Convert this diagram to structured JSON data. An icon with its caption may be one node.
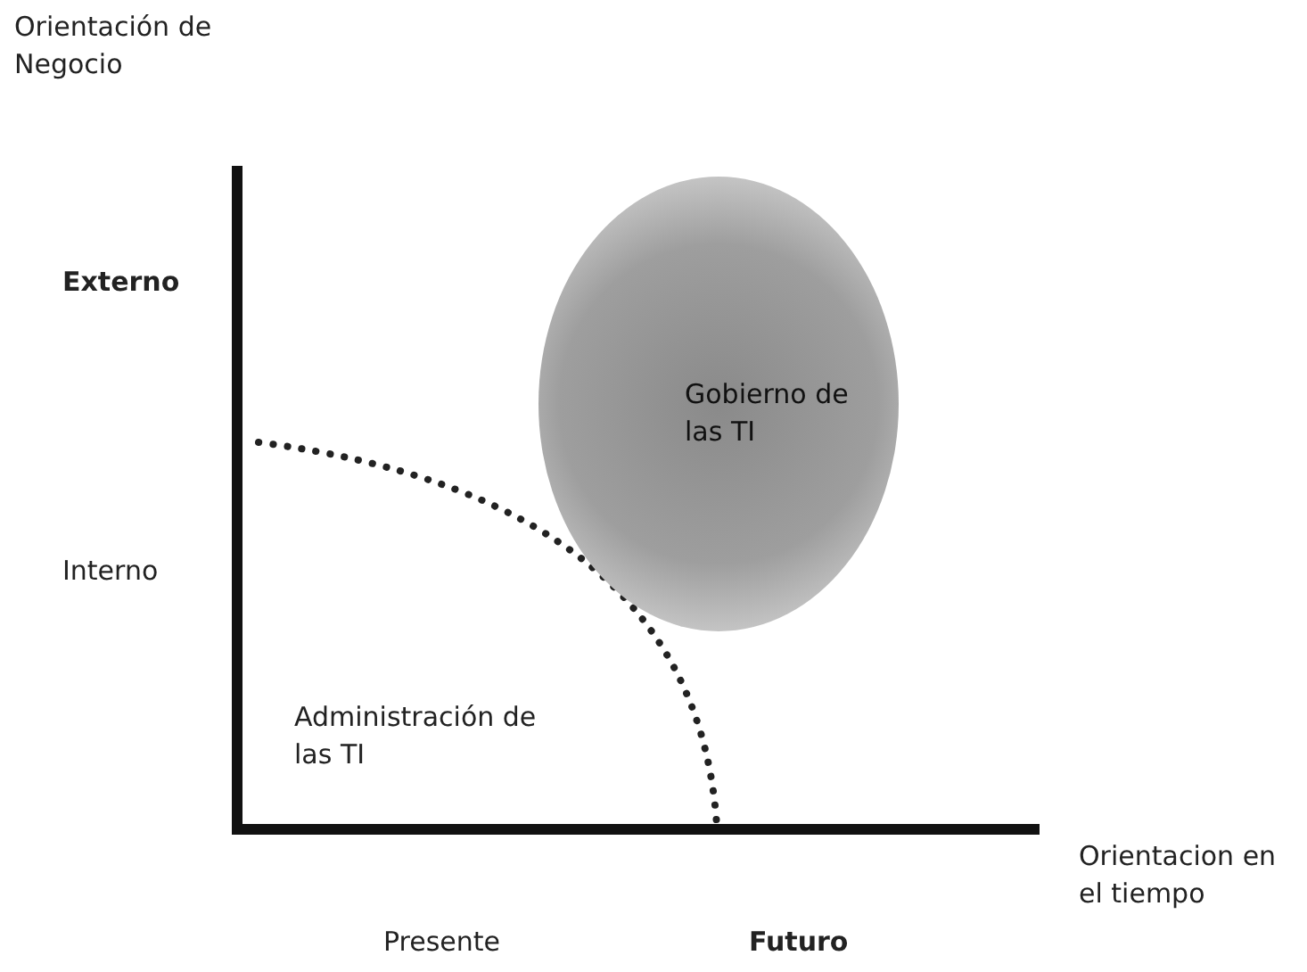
{
  "diagram": {
    "nodes": [
      {
        "text": [
          "Gobierno de las TI"
        ]
      }
    ],
    "labels": [
      "Orientación de Negocio",
      "Externo",
      "Interno",
      "Administración de las TI",
      "Orientacion en el tiempo",
      "Presente",
      "Futuro"
    ]
  }
}
